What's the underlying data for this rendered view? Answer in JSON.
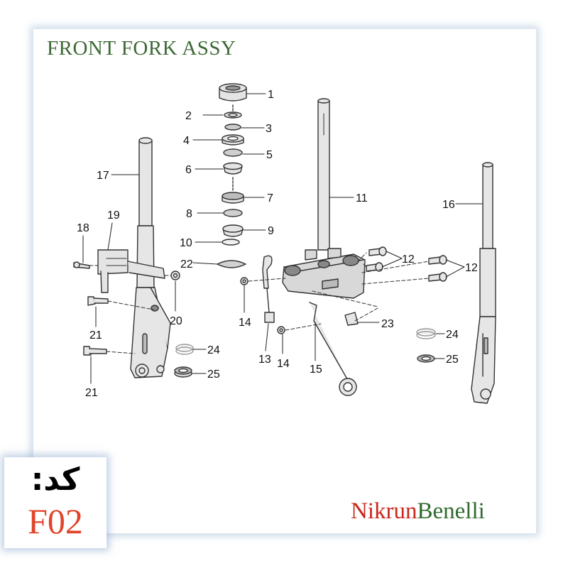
{
  "title": "FRONT FORK ASSY",
  "code_label": "کد:",
  "code_value": "F02",
  "brand": {
    "part1": "Nikrun",
    "part2": "Benelli"
  },
  "colors": {
    "title": "#3d6a35",
    "brand_red": "#c8261c",
    "brand_green": "#2f6a2e",
    "code_value": "#e2432a",
    "line": "#333333",
    "part_fill": "#e2e2e2",
    "part_dark": "#9a9a9a"
  },
  "callouts": [
    "1",
    "2",
    "3",
    "4",
    "5",
    "6",
    "7",
    "8",
    "9",
    "10",
    "11",
    "12",
    "12",
    "13",
    "14",
    "14",
    "15",
    "16",
    "17",
    "18",
    "19",
    "20",
    "21",
    "21",
    "22",
    "23",
    "24",
    "24",
    "25",
    "25"
  ]
}
